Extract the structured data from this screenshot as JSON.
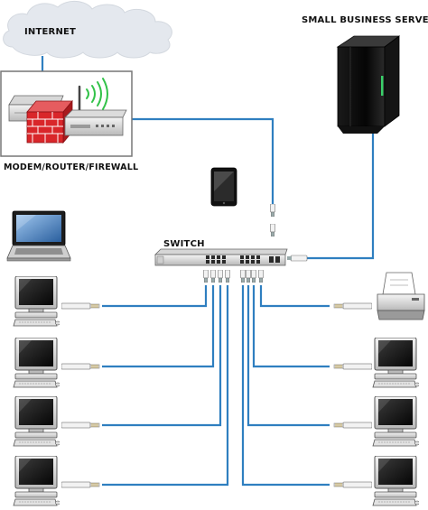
{
  "labels": {
    "internet": "INTERNET",
    "server": "SMALL BUSINESS SERVER",
    "modem": "MODEM/ROUTER/FIREWALL",
    "switch": "SWITCH"
  },
  "colors": {
    "cable": "#2f7fc0",
    "cloud": "#e4e8ee",
    "firewall": "#d9262a",
    "server_led": "#3ad16a"
  },
  "icons": [
    "cloud-icon",
    "router-icon",
    "firewall-icon",
    "wifi-icon",
    "server-icon",
    "tablet-icon",
    "laptop-icon",
    "switch-icon",
    "printer-icon",
    "desktop-computer-icon",
    "network-cable-icon"
  ]
}
